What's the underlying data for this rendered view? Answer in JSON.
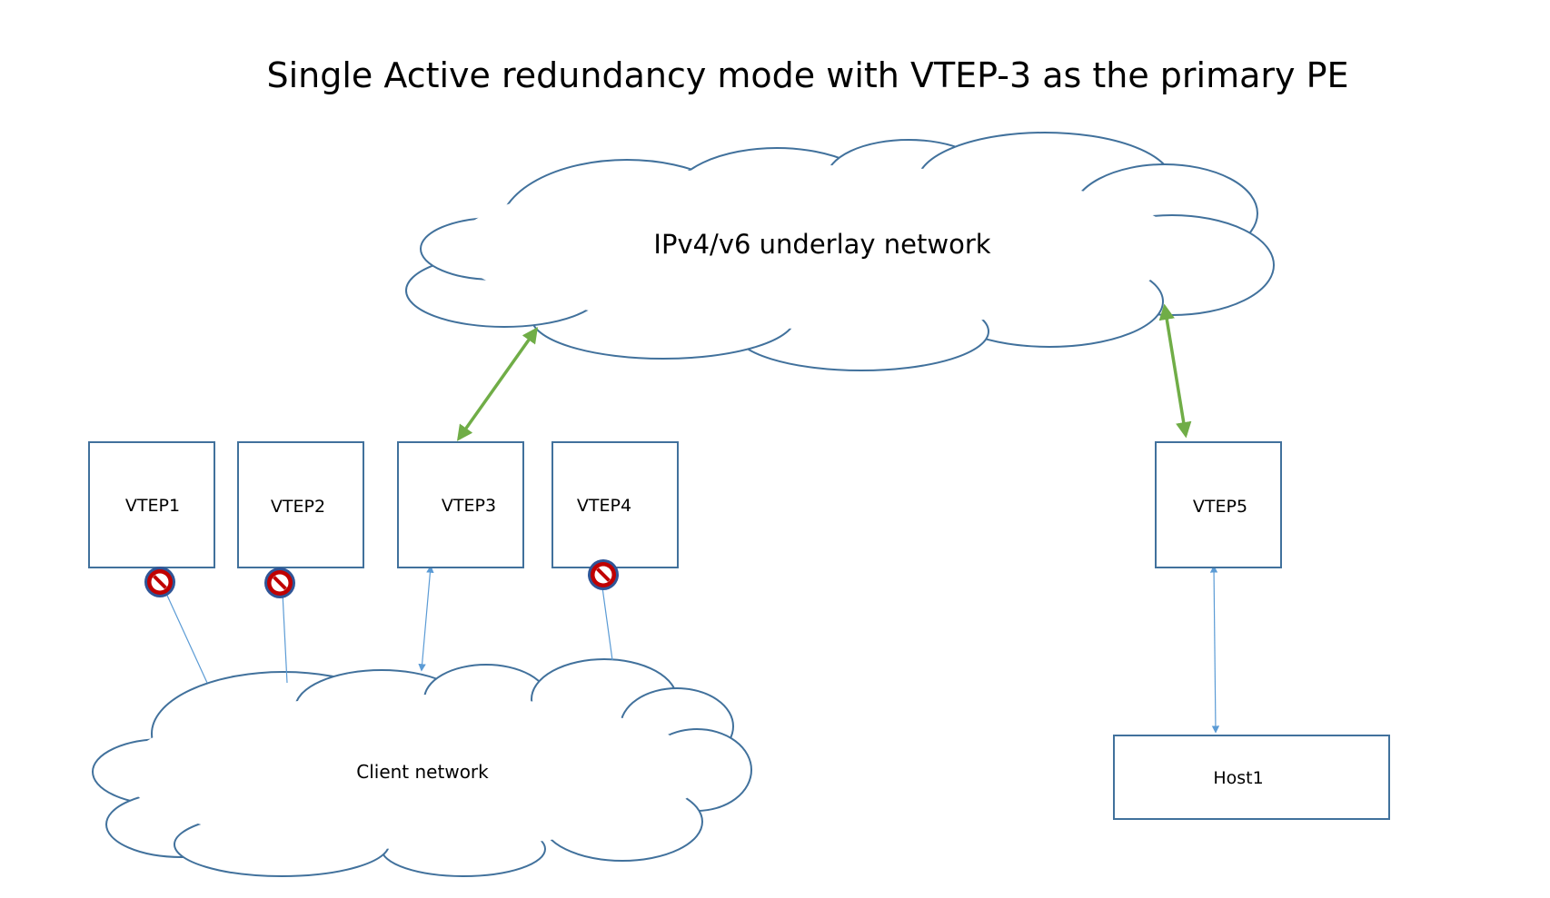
{
  "title": "Single Active redundancy mode with VTEP-3 as the primary PE",
  "underlay": {
    "label": "IPv4/v6 underlay network"
  },
  "client": {
    "label": "Client network"
  },
  "nodes": [
    {
      "id": "vtep1",
      "label": "VTEP1",
      "blocked": true
    },
    {
      "id": "vtep2",
      "label": "VTEP2",
      "blocked": true
    },
    {
      "id": "vtep3",
      "label": "VTEP3",
      "blocked": false
    },
    {
      "id": "vtep4",
      "label": "VTEP4",
      "blocked": true
    },
    {
      "id": "vtep5",
      "label": "VTEP5",
      "blocked": false
    }
  ],
  "host": {
    "label": "Host1"
  },
  "colors": {
    "outline": "#41719c",
    "underlay_link": "#70ad47",
    "access_link": "#5b9bd5",
    "block_fill": "#c00000",
    "block_ring": "#2f5597"
  }
}
